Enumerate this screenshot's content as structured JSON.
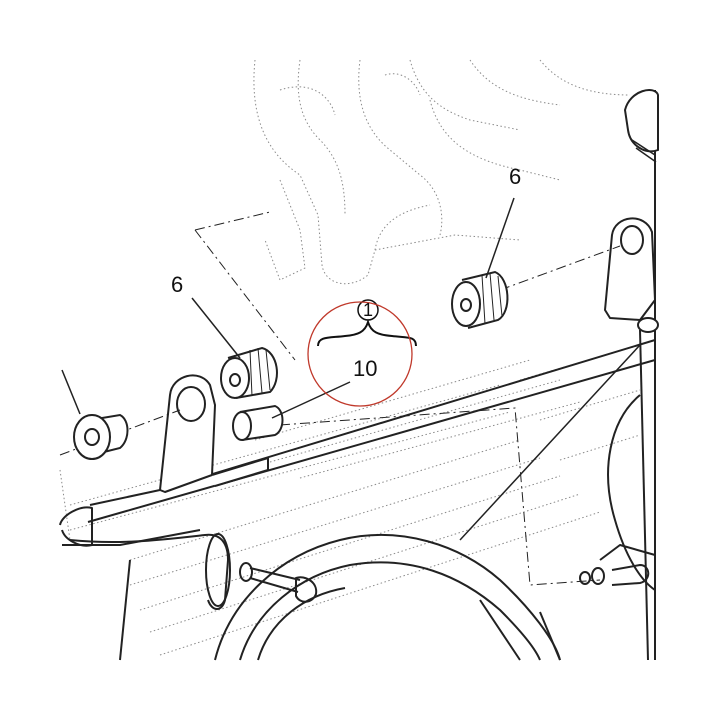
{
  "diagram": {
    "callouts": {
      "part6_left": "6",
      "part6_right": "6",
      "assembly_1": "1",
      "part10": "10"
    },
    "colors": {
      "line": "#222222",
      "dotted": "#8a8a8a",
      "highlight_circle": "#c0392b",
      "background": "#ffffff"
    }
  }
}
